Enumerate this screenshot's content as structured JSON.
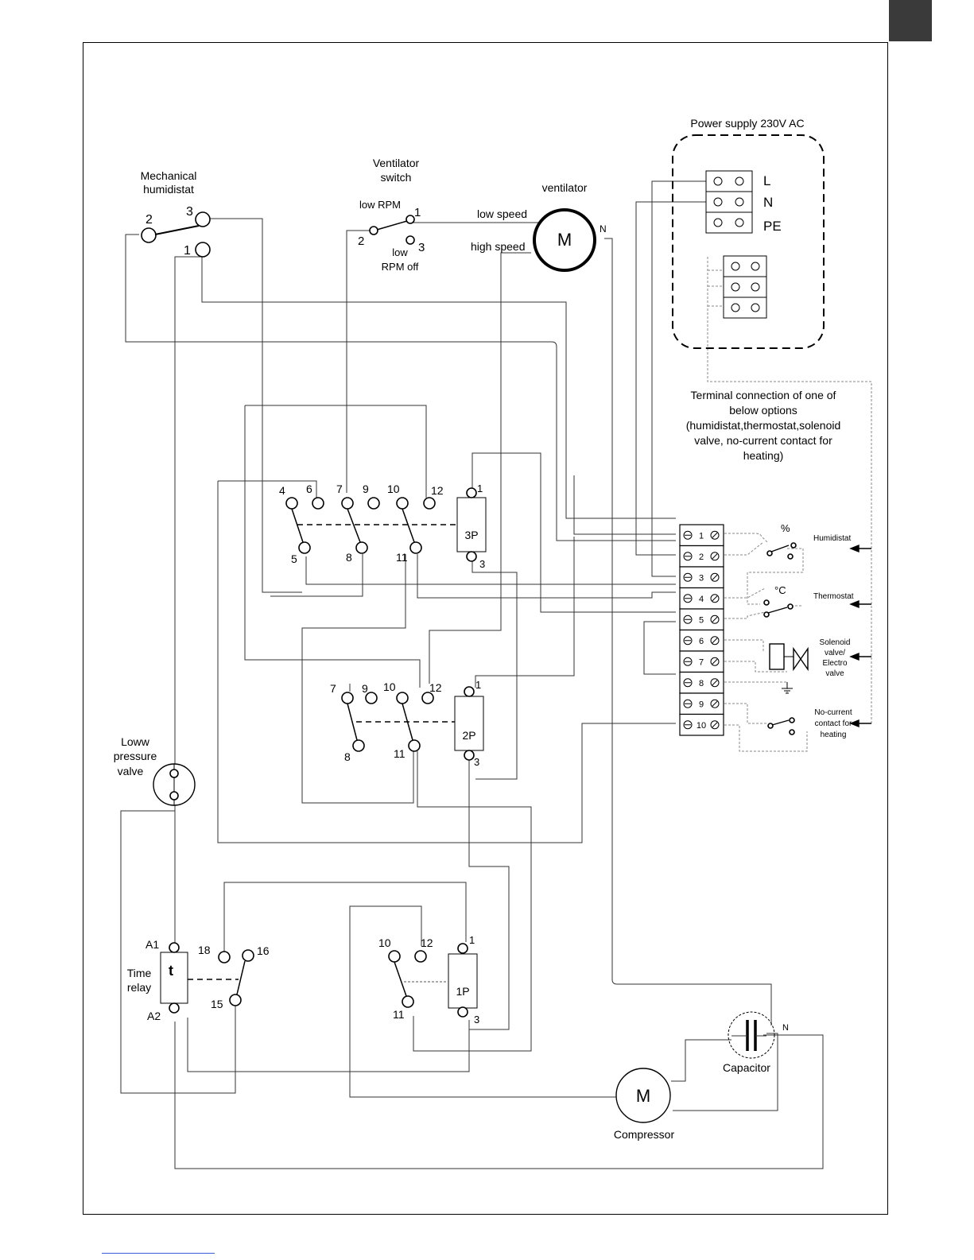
{
  "header": {
    "accent_color": "#3a3a3a"
  },
  "power_supply": {
    "title": "Power supply 230V AC",
    "terminals": [
      "L",
      "N",
      "PE"
    ]
  },
  "terminal_note": {
    "lines": [
      "Terminal connection of one of",
      "below options",
      "(humidistat,thermostat,solenoid",
      "valve, no-current contact for",
      "heating)"
    ]
  },
  "humidistat": {
    "title_lines": [
      "Mechanical",
      "humidistat"
    ],
    "pins": [
      "2",
      "3",
      "1"
    ]
  },
  "vent_switch": {
    "title_lines": [
      "Ventilator",
      "switch"
    ],
    "low_rpm": "low RPM",
    "pins": [
      "1",
      "2",
      "3"
    ],
    "off_lines": [
      "low",
      "RPM off"
    ]
  },
  "ventilator": {
    "title": "ventilator",
    "motor_symbol": "M",
    "low_speed": "low speed",
    "high_speed": "high speed",
    "neutral": "N"
  },
  "relay_3p": {
    "label": "3P",
    "pins": [
      "4",
      "6",
      "7",
      "9",
      "10",
      "12",
      "5",
      "8",
      "11",
      "1",
      "3"
    ]
  },
  "relay_2p": {
    "label": "2P",
    "pins": [
      "7",
      "9",
      "10",
      "12",
      "8",
      "11",
      "1",
      "3"
    ]
  },
  "relay_1p": {
    "label": "1P",
    "pins": [
      "10",
      "12",
      "11",
      "1",
      "3"
    ]
  },
  "time_relay": {
    "symbol": "t",
    "label_lines": [
      "Time",
      "relay"
    ],
    "pins": [
      "A1",
      "A2",
      "18",
      "16",
      "15"
    ]
  },
  "pressure_valve": {
    "label_lines": [
      "Loww",
      "pressure",
      "valve"
    ]
  },
  "terminal_block": {
    "numbers": [
      "1",
      "2",
      "3",
      "4",
      "5",
      "6",
      "7",
      "8",
      "9",
      "10"
    ]
  },
  "options": {
    "humidistat": {
      "symbol": "%",
      "label": "Humidistat"
    },
    "thermostat": {
      "symbol": "°C",
      "label": "Thermostat"
    },
    "solenoid_lines": [
      "Solenoid",
      "valve/",
      "Electro",
      "valve"
    ],
    "no_current_lines": [
      "No-current",
      "contact for",
      "heating"
    ]
  },
  "capacitor": {
    "label": "Capacitor",
    "neutral": "N"
  },
  "compressor": {
    "label": "Compressor",
    "motor_symbol": "M"
  }
}
